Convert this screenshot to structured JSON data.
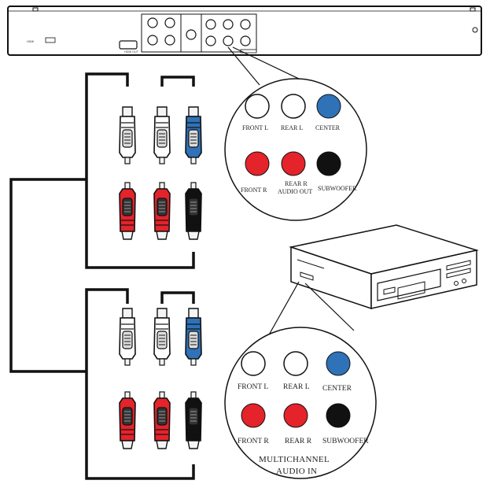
{
  "colors": {
    "white_jack": "#ffffff",
    "red_jack": "#e4232b",
    "blue_jack": "#2f72b8",
    "black_jack": "#111111",
    "cable": "#111111"
  },
  "player_panel": {
    "hdmi_label": "HDMI OUT",
    "brand_mark": "HDMI"
  },
  "player_callout": {
    "jacks": [
      {
        "label": "FRONT L",
        "color": "white"
      },
      {
        "label": "REAR L",
        "color": "white"
      },
      {
        "label": "CENTER",
        "color": "blue"
      },
      {
        "label": "FRONT R",
        "color": "red"
      },
      {
        "label": "REAR R",
        "label_line2": "AUDIO OUT",
        "color": "red"
      },
      {
        "label": "SUBWOOFER",
        "color": "black"
      }
    ]
  },
  "receiver_callout": {
    "jacks": [
      {
        "label": "FRONT L",
        "color": "white"
      },
      {
        "label": "REAR L",
        "color": "white"
      },
      {
        "label": "CENTER",
        "color": "blue"
      },
      {
        "label": "FRONT R",
        "color": "red"
      },
      {
        "label": "REAR R",
        "color": "red"
      },
      {
        "label": "SUBWOOFER",
        "color": "black"
      }
    ],
    "caption_line1": "MULTICHANNEL",
    "caption_line2": "AUDIO IN"
  }
}
